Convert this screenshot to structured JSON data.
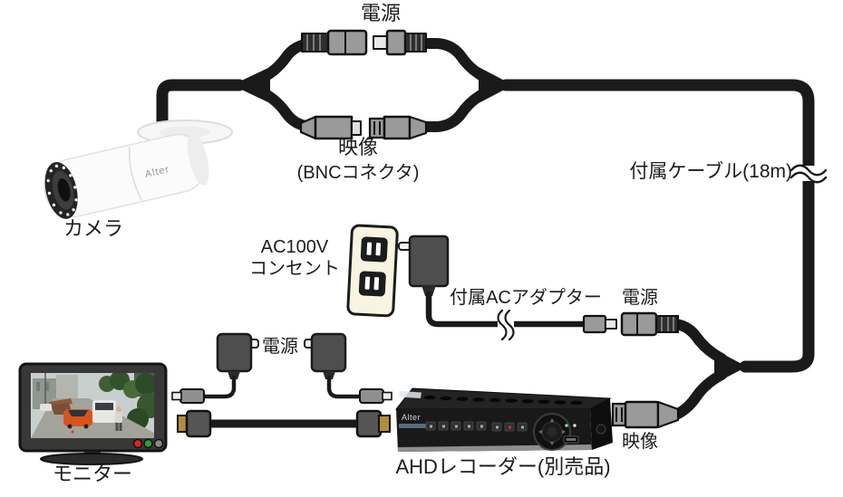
{
  "devices": {
    "camera": {
      "label": "カメラ",
      "brand": "Alter"
    },
    "monitor": {
      "label": "モニター"
    },
    "recorder": {
      "label": "AHDレコーダー(別売品)",
      "brand": "Alter"
    },
    "outlet": {
      "label_line1": "AC100V",
      "label_line2": "コンセント"
    }
  },
  "labels": {
    "camera_power": "電源",
    "camera_video": "映像",
    "camera_video_note": "(BNCコネクタ)",
    "included_cable": "付属ケーブル(18m)",
    "ac_adapter": "付属ACアダプター",
    "recorder_power": "電源",
    "recorder_video": "映像",
    "monitor_power": "電源"
  },
  "colors": {
    "cable_black": "#1a1a1a",
    "connector_gray": "#979797",
    "adapter_body": "#4e4e4e",
    "outlet_plate": "#f9f3e2",
    "hdmi_gold": "#b08d3c",
    "monitor_led_red": "#d42a1e",
    "monitor_led_green": "#2e9e33",
    "monitor_led_gray": "#8a8a8a",
    "car_orange": "#d9531e"
  }
}
